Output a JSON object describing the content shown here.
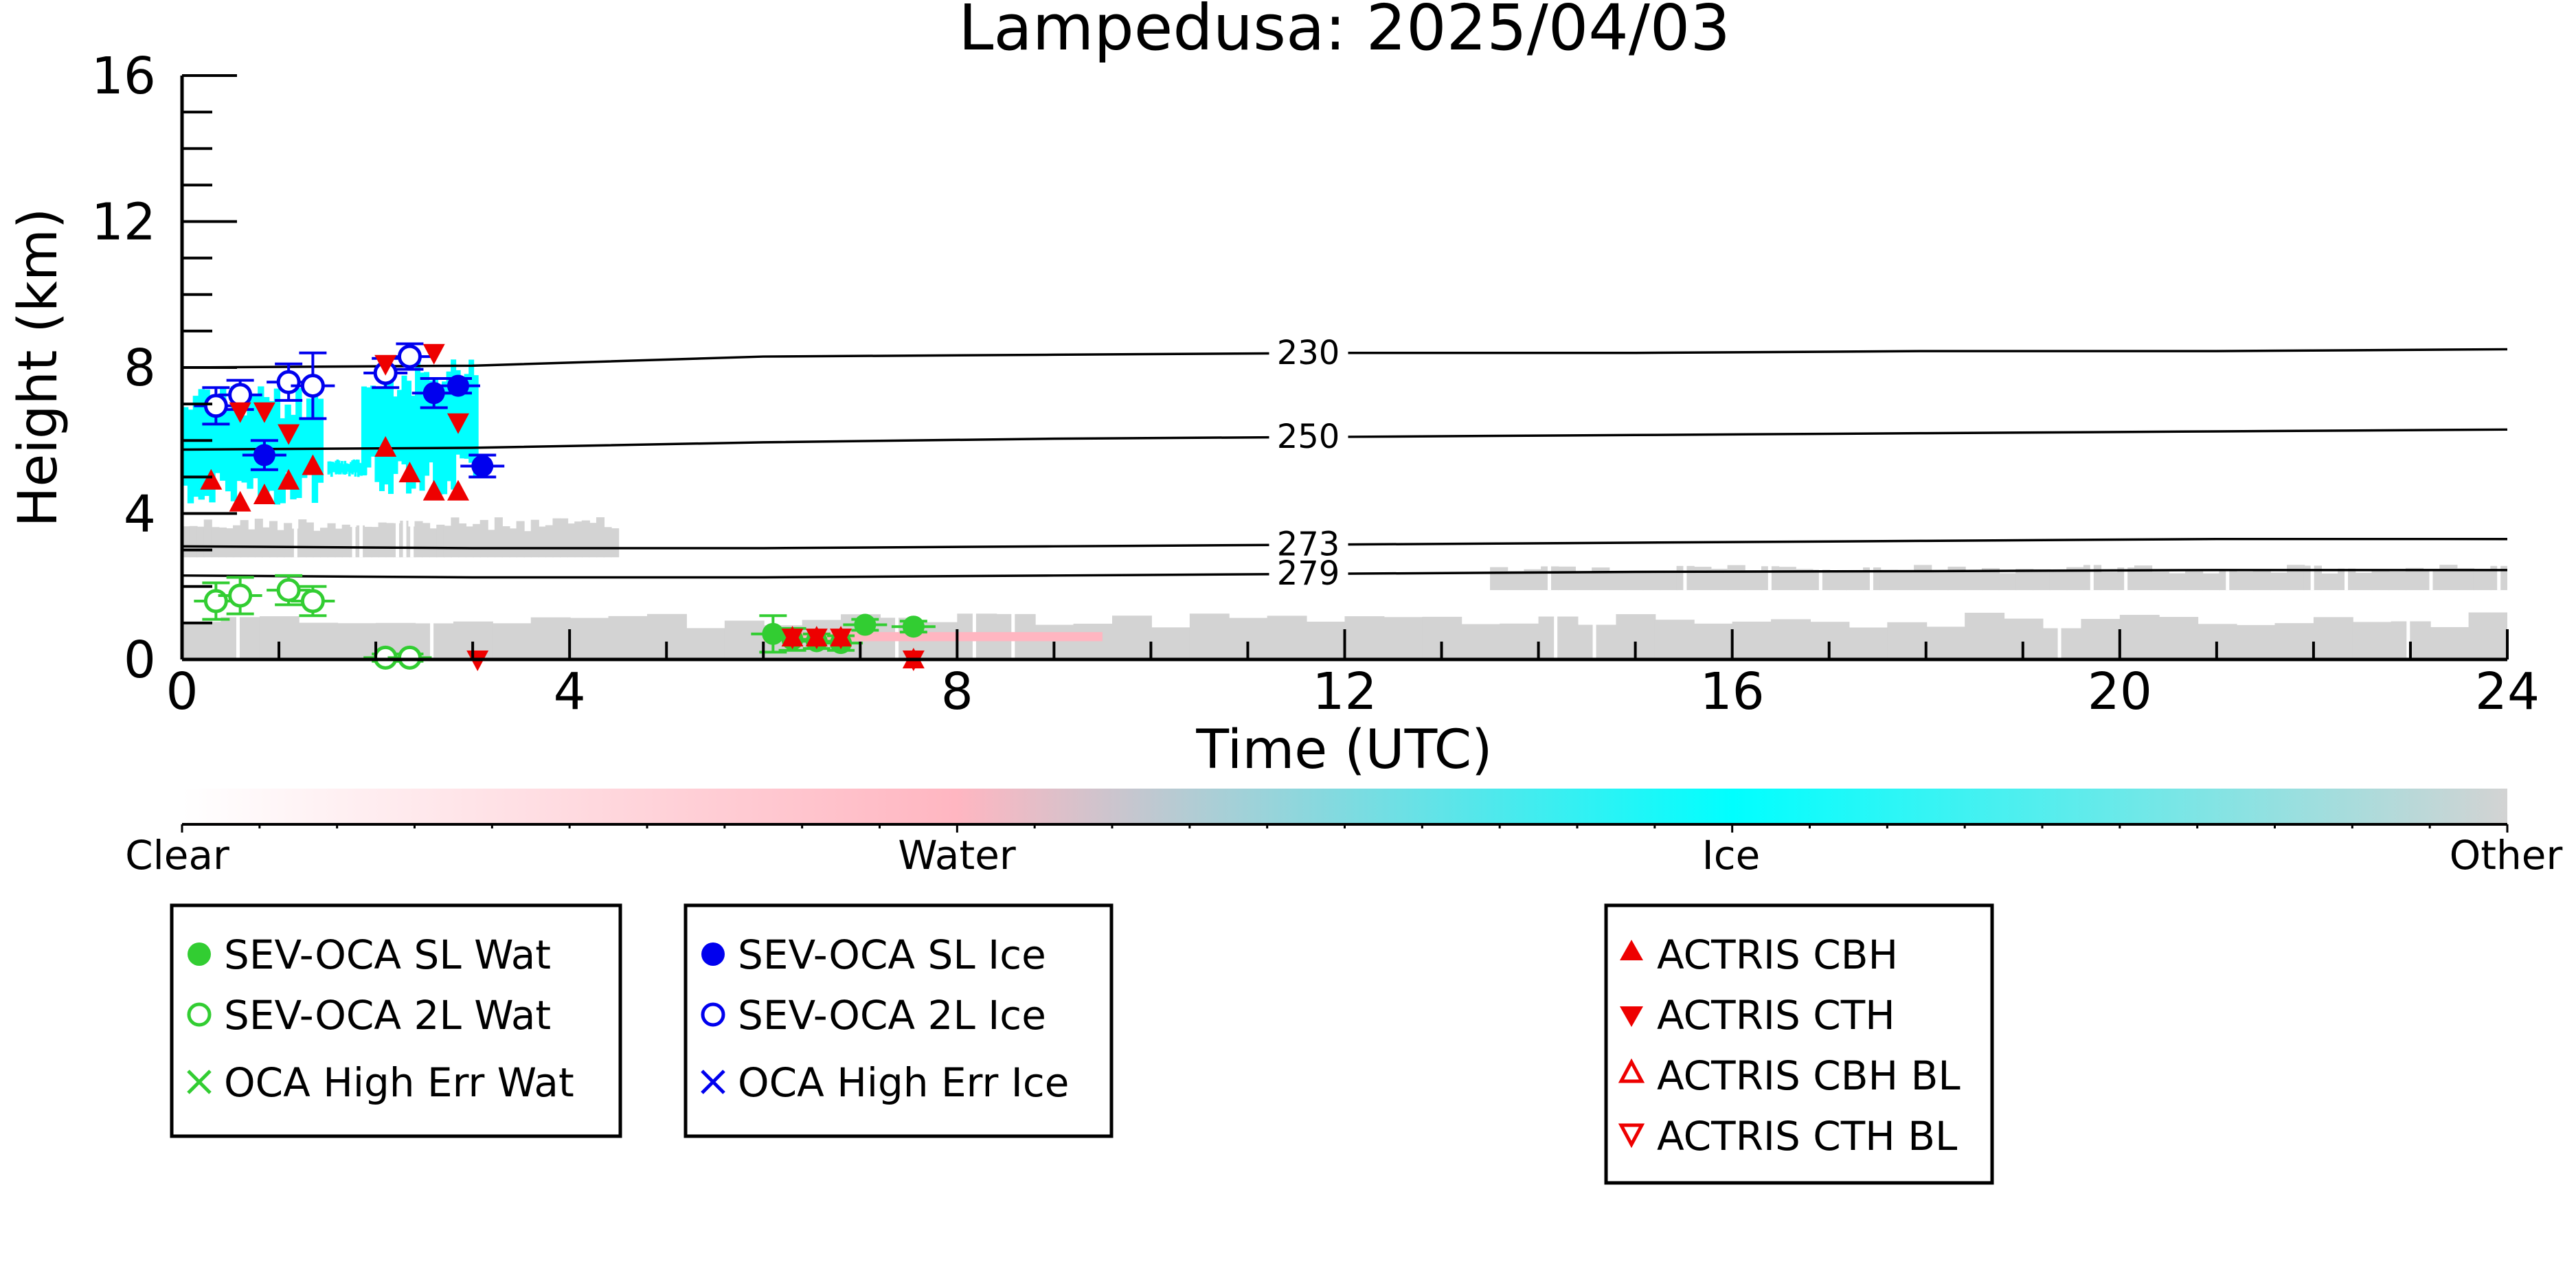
{
  "chart_data": {
    "type": "scatter",
    "title": "Lampedusa: 2025/04/03",
    "xlabel": "Time (UTC)",
    "ylabel": "Height (km)",
    "xlim": [
      0,
      24
    ],
    "ylim": [
      0,
      16
    ],
    "x_ticks": [
      0,
      4,
      8,
      12,
      16,
      20,
      24
    ],
    "y_ticks": [
      0,
      4,
      8,
      12,
      16
    ],
    "grid": false,
    "background_classification": {
      "colorbar_labels": [
        "Clear",
        "Water",
        "Ice",
        "Other"
      ],
      "colors": {
        "clear": "#ffffff",
        "water": "#ffb6c1",
        "ice": "#00ffff",
        "other": "#d3d3d3"
      },
      "ice_cloud_regions": [
        {
          "x_start": 0.0,
          "x_end": 1.45,
          "y_bottom": 4.2,
          "y_top": 7.5
        },
        {
          "x_start": 1.5,
          "x_end": 1.9,
          "y_bottom": 5.0,
          "y_top": 5.5
        },
        {
          "x_start": 1.85,
          "x_end": 3.05,
          "y_bottom": 4.5,
          "y_top": 8.3
        }
      ],
      "other_layers": [
        {
          "x_start": 0.0,
          "x_end": 4.5,
          "y_bottom": 2.8,
          "y_top": 3.9
        },
        {
          "x_start": 0.0,
          "x_end": 24.0,
          "y_bottom": 0.0,
          "y_top": 1.3
        },
        {
          "x_start": 13.5,
          "x_end": 24.0,
          "y_bottom": 1.9,
          "y_top": 2.6
        }
      ],
      "water_layers": [
        {
          "x_start": 6.0,
          "x_end": 9.5,
          "y_bottom": 0.5,
          "y_top": 0.75
        }
      ]
    },
    "isotherms": [
      {
        "label": "230",
        "x": [
          0,
          3,
          6,
          9,
          12,
          15,
          18,
          21,
          24
        ],
        "y": [
          8.0,
          8.05,
          8.3,
          8.35,
          8.4,
          8.4,
          8.45,
          8.45,
          8.5
        ]
      },
      {
        "label": "250",
        "x": [
          0,
          3,
          6,
          9,
          12,
          15,
          18,
          21,
          24
        ],
        "y": [
          5.75,
          5.8,
          5.95,
          6.05,
          6.1,
          6.15,
          6.2,
          6.25,
          6.3
        ]
      },
      {
        "label": "273",
        "x": [
          0,
          3,
          6,
          9,
          12,
          15,
          18,
          21,
          24
        ],
        "y": [
          3.1,
          3.05,
          3.05,
          3.1,
          3.15,
          3.2,
          3.25,
          3.3,
          3.3
        ]
      },
      {
        "label": "279",
        "x": [
          0,
          3,
          6,
          9,
          12,
          15,
          18,
          21,
          24
        ],
        "y": [
          2.3,
          2.25,
          2.25,
          2.3,
          2.35,
          2.4,
          2.42,
          2.45,
          2.45
        ]
      }
    ],
    "series": [
      {
        "name": "SEV-OCA SL Wat",
        "color": "#32cd32",
        "marker": "filled-circle",
        "points": [
          [
            6.1,
            0.7
          ],
          [
            6.3,
            0.55
          ],
          [
            6.55,
            0.5
          ],
          [
            6.8,
            0.45
          ],
          [
            7.05,
            0.95
          ],
          [
            7.55,
            0.9
          ]
        ],
        "err": [
          0.5,
          0.3,
          0.2,
          0.2,
          0.15,
          0.15
        ]
      },
      {
        "name": "SEV-OCA 2L Wat",
        "color": "#32cd32",
        "marker": "open-circle",
        "points": [
          [
            0.35,
            1.6
          ],
          [
            0.6,
            1.75
          ],
          [
            1.1,
            1.9
          ],
          [
            1.35,
            1.6
          ],
          [
            2.1,
            0.05
          ],
          [
            2.35,
            0.05
          ]
        ],
        "err": [
          0.5,
          0.5,
          0.4,
          0.4,
          0.1,
          0.1
        ]
      },
      {
        "name": "OCA High Err Wat",
        "color": "#32cd32",
        "marker": "x",
        "points": []
      },
      {
        "name": "SEV-OCA SL Ice",
        "color": "#0000ee",
        "marker": "filled-circle",
        "points": [
          [
            0.85,
            5.6
          ],
          [
            2.6,
            7.3
          ],
          [
            2.85,
            7.5
          ],
          [
            3.1,
            5.3
          ]
        ],
        "err": [
          0.4,
          0.4,
          0.2,
          0.3
        ]
      },
      {
        "name": "SEV-OCA 2L Ice",
        "color": "#0000ee",
        "marker": "open-circle",
        "points": [
          [
            0.35,
            6.95
          ],
          [
            0.6,
            7.25
          ],
          [
            1.1,
            7.6
          ],
          [
            1.35,
            7.5
          ],
          [
            2.1,
            7.85
          ],
          [
            2.35,
            8.3
          ]
        ],
        "err": [
          0.5,
          0.4,
          0.5,
          0.9,
          0.4,
          0.35
        ]
      },
      {
        "name": "OCA High Err Ice",
        "color": "#0000ee",
        "marker": "x",
        "points": []
      },
      {
        "name": "ACTRIS CBH",
        "color": "#ee0000",
        "marker": "triangle-up",
        "points": [
          [
            0.3,
            4.9
          ],
          [
            0.6,
            4.3
          ],
          [
            0.85,
            4.5
          ],
          [
            1.1,
            4.9
          ],
          [
            1.35,
            5.3
          ],
          [
            2.1,
            5.8
          ],
          [
            2.35,
            5.1
          ],
          [
            2.6,
            4.6
          ],
          [
            2.85,
            4.6
          ],
          [
            6.3,
            0.6
          ],
          [
            6.55,
            0.6
          ],
          [
            6.8,
            0.6
          ],
          [
            7.55,
            0.0
          ]
        ]
      },
      {
        "name": "ACTRIS CTH",
        "color": "#ee0000",
        "marker": "triangle-down",
        "points": [
          [
            0.6,
            6.8
          ],
          [
            0.85,
            6.8
          ],
          [
            1.1,
            6.2
          ],
          [
            2.1,
            8.1
          ],
          [
            2.6,
            8.4
          ],
          [
            2.85,
            6.5
          ],
          [
            3.05,
            0.0
          ],
          [
            6.3,
            0.6
          ],
          [
            6.55,
            0.6
          ],
          [
            6.8,
            0.6
          ],
          [
            7.55,
            0.0
          ]
        ]
      },
      {
        "name": "ACTRIS CBH BL",
        "color": "#ee0000",
        "marker": "open-triangle-up",
        "points": []
      },
      {
        "name": "ACTRIS CTH BL",
        "color": "#ee0000",
        "marker": "open-triangle-down",
        "points": []
      }
    ],
    "legend_groups": [
      [
        "SEV-OCA SL Wat",
        "SEV-OCA 2L Wat",
        "OCA High Err Wat"
      ],
      [
        "SEV-OCA SL Ice",
        "SEV-OCA 2L Ice",
        "OCA High Err Ice"
      ],
      [
        "ACTRIS CBH",
        "ACTRIS CTH",
        "ACTRIS CBH BL",
        "ACTRIS CTH BL"
      ]
    ]
  }
}
